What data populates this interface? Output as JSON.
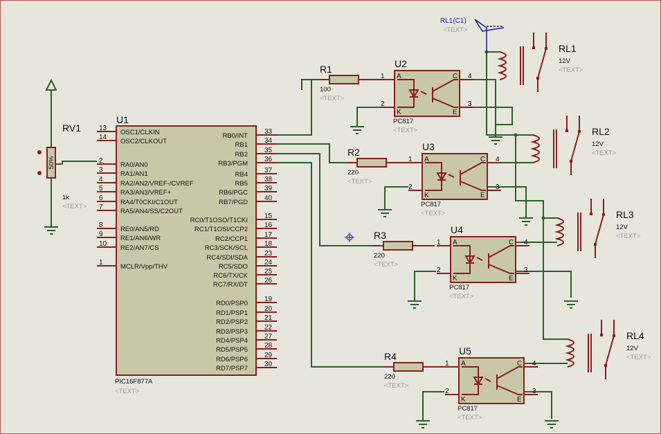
{
  "mcu": {
    "ref": "U1",
    "part": "PIC16F877A",
    "text": "<TEXT>",
    "left_pins": [
      {
        "num": "13",
        "name": "OSC1/CLKIN"
      },
      {
        "num": "14",
        "name": "OSC2/CLKOUT"
      },
      {
        "num": "2",
        "name": "RA0/AN0"
      },
      {
        "num": "3",
        "name": "RA1/AN1"
      },
      {
        "num": "4",
        "name": "RA2/AN2/VREF-/CVREF"
      },
      {
        "num": "5",
        "name": "RA3/AN3/VREF+"
      },
      {
        "num": "6",
        "name": "RA4/T0CKI/C1OUT"
      },
      {
        "num": "7",
        "name": "RA5/AN4/SS/C2OUT"
      },
      {
        "num": "8",
        "name": "RE0/AN5/RD"
      },
      {
        "num": "9",
        "name": "RE1/AN6/WR"
      },
      {
        "num": "10",
        "name": "RE2/AN7/CS"
      },
      {
        "num": "1",
        "name": "MCLR/Vpp/THV"
      }
    ],
    "right_pins": [
      {
        "num": "33",
        "name": "RB0/INT"
      },
      {
        "num": "34",
        "name": "RB1"
      },
      {
        "num": "35",
        "name": "RB2"
      },
      {
        "num": "36",
        "name": "RB3/PGM"
      },
      {
        "num": "37",
        "name": "RB4"
      },
      {
        "num": "38",
        "name": "RB5"
      },
      {
        "num": "39",
        "name": "RB6/PGC"
      },
      {
        "num": "40",
        "name": "RB7/PGD"
      },
      {
        "num": "15",
        "name": "RC0/T1OSO/T1CKI"
      },
      {
        "num": "16",
        "name": "RC1/T1OSI/CCP2"
      },
      {
        "num": "17",
        "name": "RC2/CCP1"
      },
      {
        "num": "18",
        "name": "RC3/SCK/SCL"
      },
      {
        "num": "23",
        "name": "RC4/SDI/SDA"
      },
      {
        "num": "24",
        "name": "RC5/SDO"
      },
      {
        "num": "25",
        "name": "RC6/TX/CK"
      },
      {
        "num": "26",
        "name": "RC7/RX/DT"
      },
      {
        "num": "19",
        "name": "RD0/PSP0"
      },
      {
        "num": "20",
        "name": "RD1/PSP1"
      },
      {
        "num": "21",
        "name": "RD2/PSP2"
      },
      {
        "num": "22",
        "name": "RD3/PSP3"
      },
      {
        "num": "27",
        "name": "RD4/PSP4"
      },
      {
        "num": "28",
        "name": "RD5/PSP5"
      },
      {
        "num": "29",
        "name": "RD6/PSP6"
      },
      {
        "num": "30",
        "name": "RD7/PSP7"
      }
    ]
  },
  "rv1": {
    "ref": "RV1",
    "value": "1k",
    "text": "<TEXT>",
    "body": "50%"
  },
  "probe": {
    "ref": "RL1(C1)",
    "text": "<TEXT>"
  },
  "resistors": [
    {
      "ref": "R1",
      "value": "100",
      "text": "<TEXT>"
    },
    {
      "ref": "R2",
      "value": "220",
      "text": "<TEXT>"
    },
    {
      "ref": "R3",
      "value": "220",
      "text": "<TEXT>"
    },
    {
      "ref": "R4",
      "value": "220",
      "text": "<TEXT>"
    }
  ],
  "opto": {
    "part": "PC817",
    "text": "<TEXT>",
    "pin_a": "A",
    "pin_k": "K",
    "pin_c": "C",
    "pin_e": "E",
    "num_1": "1",
    "num_2": "2",
    "num_3": "3",
    "num_4": "4",
    "refs": [
      "U2",
      "U3",
      "U4",
      "U5"
    ]
  },
  "relays": [
    {
      "ref": "RL1",
      "value": "12V",
      "text": "<TEXT>"
    },
    {
      "ref": "RL2",
      "value": "12V",
      "text": "<TEXT>"
    },
    {
      "ref": "RL3",
      "value": "12V",
      "text": "<TEXT>"
    },
    {
      "ref": "RL4",
      "value": "12V",
      "text": "<TEXT>"
    }
  ],
  "colors": {
    "wire": "#2a602a",
    "part": "#8b1c1c",
    "body": "#c8c8a8",
    "background": "#e6e6dd"
  }
}
